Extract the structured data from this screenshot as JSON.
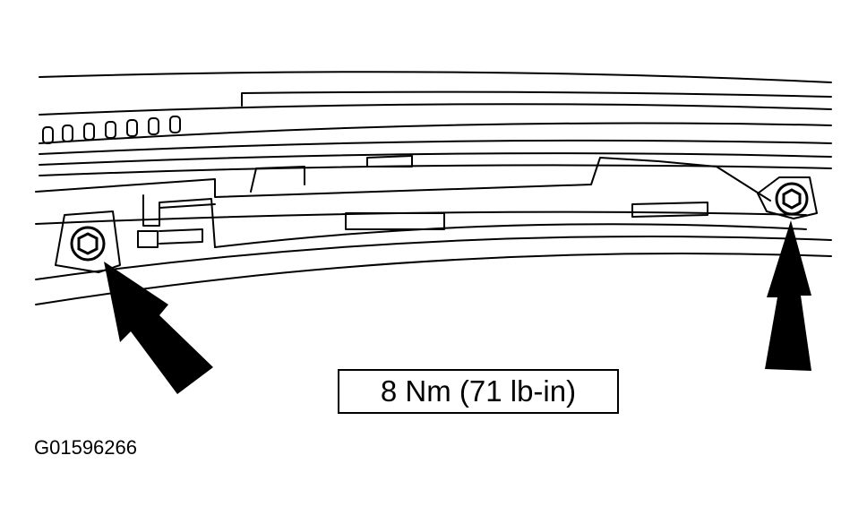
{
  "illustration": {
    "subject": "trim panel with two retaining bolts, arrows indicating bolt locations",
    "colors": {
      "ink": "#000000",
      "paper": "#ffffff"
    },
    "bolts": [
      "left-bolt",
      "right-bolt"
    ]
  },
  "torque_spec": "8 Nm (71 lb-in)",
  "figure_id": "G01596266"
}
